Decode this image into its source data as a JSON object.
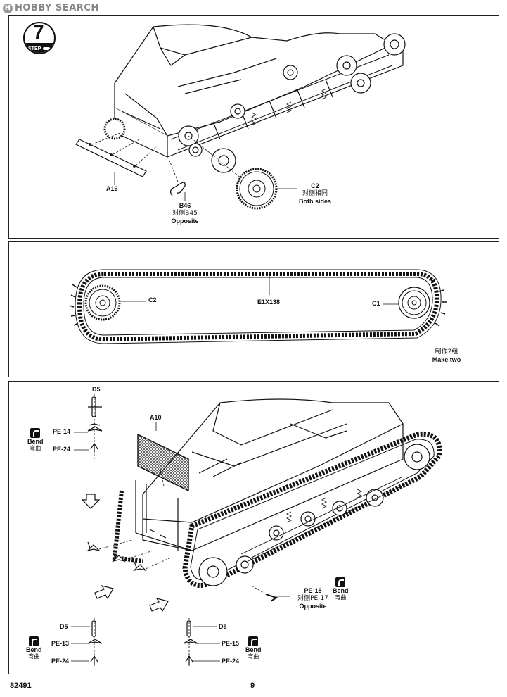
{
  "watermark": "HOBBY SEARCH",
  "step": {
    "number": "7",
    "label": "STEP"
  },
  "panel1": {
    "a16": "A16",
    "b46": "B46",
    "b46_cn": "对侧B45",
    "b46_en": "Opposite",
    "c2": "C2",
    "c2_cn": "对侧相同",
    "c2_en": "Both sides"
  },
  "panel2": {
    "c2": "C2",
    "e1": "E1X138",
    "c1": "C1",
    "make_cn": "制作2组",
    "make_en": "Make two"
  },
  "panel3": {
    "d5_top": "D5",
    "pe14": "PE-14",
    "pe24_top": "PE-24",
    "a10": "A10",
    "pe18": "PE-18",
    "pe18_cn": "对侧PE-17",
    "pe18_en": "Opposite",
    "d5_bl": "D5",
    "pe13": "PE-13",
    "pe24_bl": "PE-24",
    "d5_br": "D5",
    "pe15": "PE-15",
    "pe24_br": "PE-24",
    "bend_en": "Bend",
    "bend_cn": "弯曲"
  },
  "footer": {
    "code": "82491",
    "page": "9"
  }
}
